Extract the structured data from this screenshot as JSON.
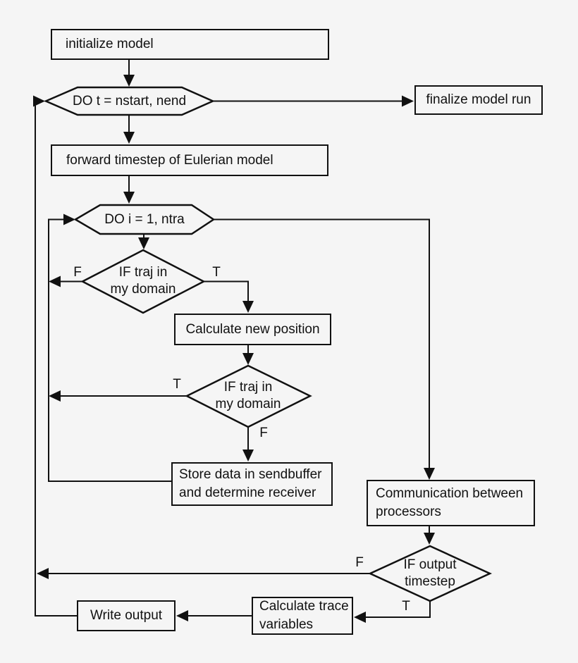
{
  "diagram": {
    "background_color": "#f5f5f5",
    "stroke_color": "#111111",
    "nodes": {
      "initialize": {
        "label": "initialize model"
      },
      "do_t": {
        "label": "DO t = nstart, nend"
      },
      "finalize": {
        "label": "finalize model run"
      },
      "forward": {
        "label": "forward timestep of Eulerian model"
      },
      "do_i": {
        "label": "DO i = 1, ntra"
      },
      "if_traj_1": {
        "line1": "IF traj in",
        "line2": "my domain"
      },
      "calculate_new_position": {
        "label": "Calculate new position"
      },
      "if_traj_2": {
        "line1": "IF traj in",
        "line2": "my domain"
      },
      "store_sendbuffer": {
        "line1": "Store data in sendbuffer",
        "line2": "and determine receiver"
      },
      "communication": {
        "line1": "Communication between",
        "line2": "processors"
      },
      "if_output": {
        "line1": "IF output",
        "line2": "timestep"
      },
      "calculate_trace": {
        "line1": "Calculate trace",
        "line2": "variables"
      },
      "write_output": {
        "label": "Write output"
      }
    },
    "branch_labels": {
      "traj1_false": "F",
      "traj1_true": "T",
      "traj2_true": "T",
      "traj2_false": "F",
      "output_false": "F",
      "output_true": "T"
    }
  }
}
